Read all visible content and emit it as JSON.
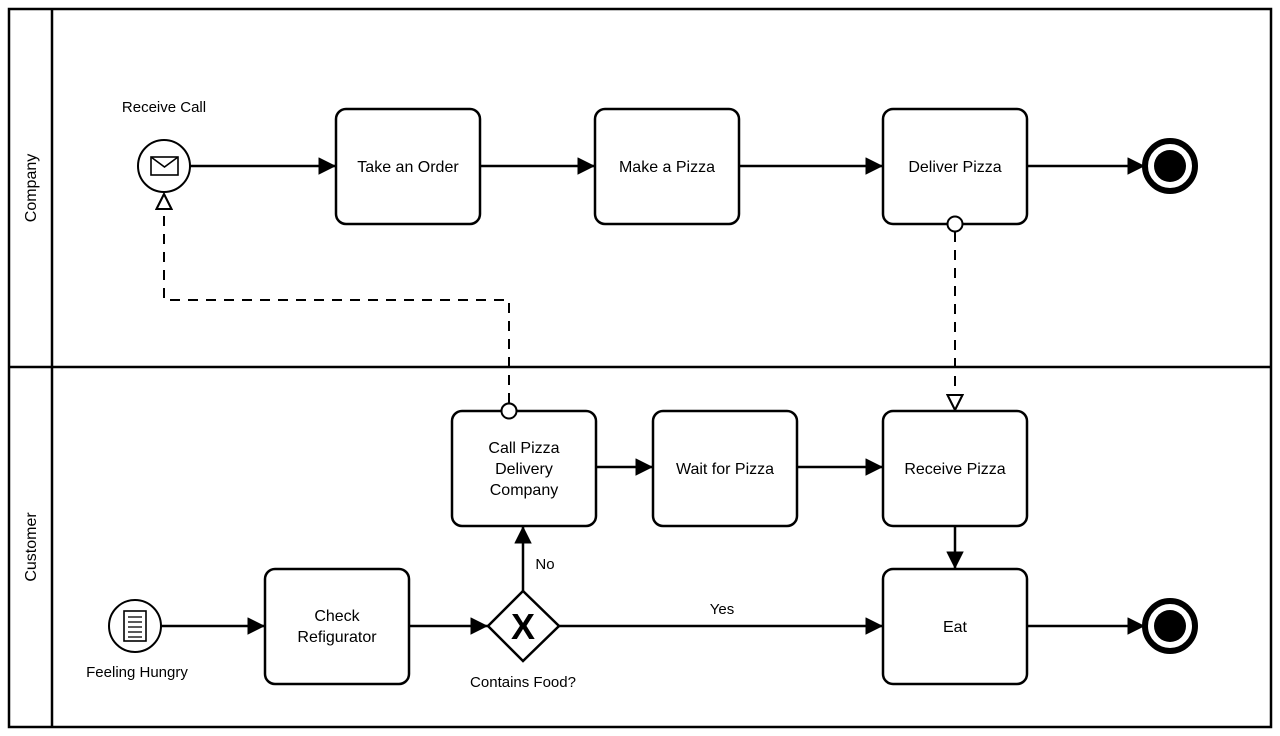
{
  "colors": {
    "stroke": "#000000",
    "fill": "#ffffff"
  },
  "lanes": {
    "company": "Company",
    "customer": "Customer"
  },
  "company": {
    "start_event": {
      "label": "Receive Call",
      "icon": "envelope-icon"
    },
    "tasks": {
      "take_order": "Take an Order",
      "make_pizza": "Make a Pizza",
      "deliver_pizza": "Deliver Pizza"
    }
  },
  "customer": {
    "start_event": {
      "label": "Feeling Hungry",
      "icon": "document-icon"
    },
    "tasks": {
      "check_fridge": [
        "Check",
        "Refigurator"
      ],
      "call_company": [
        "Call Pizza",
        "Delivery",
        "Company"
      ],
      "wait": "Wait for Pizza",
      "receive": "Receive Pizza",
      "eat": "Eat"
    },
    "gateway": {
      "label": "Contains Food?",
      "symbol": "X"
    },
    "flows": {
      "no": "No",
      "yes": "Yes"
    }
  }
}
